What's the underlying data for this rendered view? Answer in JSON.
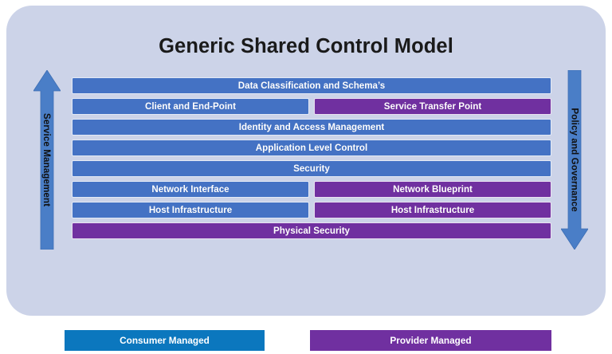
{
  "diagram": {
    "title": "Generic Shared Control Model",
    "panel_color": "#ccd3e8",
    "colors": {
      "consumer_blue": "#4472c4",
      "provider_purple": "#7030a0",
      "legend_blue": "#0b77be",
      "arrow_blue": "#4a7ec7"
    },
    "arrows": {
      "left": {
        "label": "Service Management",
        "direction": "up",
        "icon": "arrow-up-icon"
      },
      "right": {
        "label": "Policy and Governance",
        "direction": "down",
        "icon": "arrow-down-icon"
      }
    },
    "layers": [
      {
        "id": "data-classification",
        "split": false,
        "cells": [
          {
            "label": "Data Classification and Schema’s",
            "owner": "consumer"
          }
        ]
      },
      {
        "id": "client-service-transfer",
        "split": true,
        "cells": [
          {
            "label": "Client and End-Point",
            "owner": "consumer"
          },
          {
            "label": "Service Transfer Point",
            "owner": "provider"
          }
        ]
      },
      {
        "id": "identity-access-management",
        "split": false,
        "cells": [
          {
            "label": "Identity and Access Management",
            "owner": "consumer"
          }
        ]
      },
      {
        "id": "application-level-control",
        "split": false,
        "cells": [
          {
            "label": "Application Level Control",
            "owner": "consumer"
          }
        ]
      },
      {
        "id": "security",
        "split": false,
        "cells": [
          {
            "label": "Security",
            "owner": "consumer"
          }
        ]
      },
      {
        "id": "network",
        "split": true,
        "cells": [
          {
            "label": "Network Interface",
            "owner": "consumer"
          },
          {
            "label": "Network Blueprint",
            "owner": "provider"
          }
        ]
      },
      {
        "id": "host-infrastructure",
        "split": true,
        "cells": [
          {
            "label": "Host Infrastructure",
            "owner": "consumer"
          },
          {
            "label": "Host Infrastructure",
            "owner": "provider"
          }
        ]
      },
      {
        "id": "physical-security",
        "split": false,
        "cells": [
          {
            "label": "Physical Security",
            "owner": "provider"
          }
        ]
      }
    ],
    "legend": [
      {
        "label": "Consumer Managed",
        "color": "#0b77be"
      },
      {
        "label": "Provider Managed",
        "color": "#7030a0"
      }
    ]
  }
}
